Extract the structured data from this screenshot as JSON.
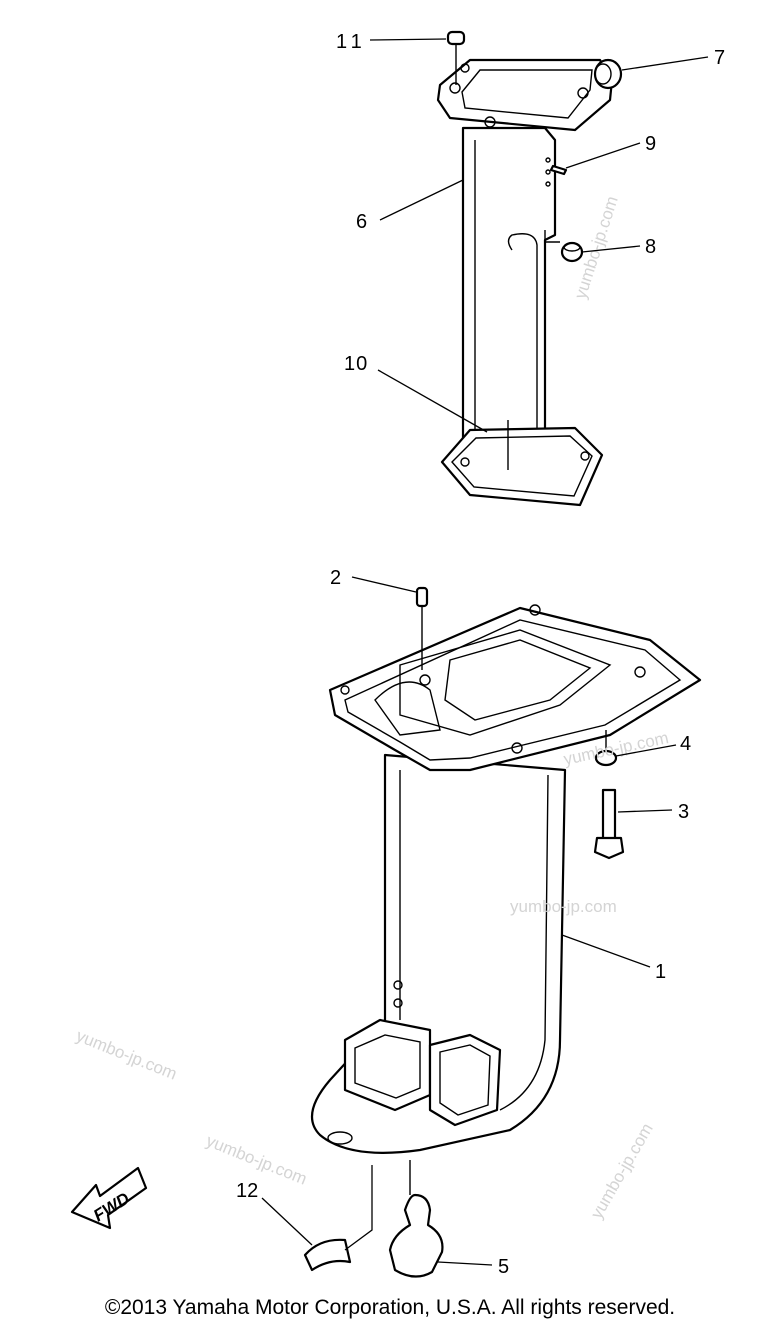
{
  "diagram": {
    "callouts": [
      "1",
      "2",
      "3",
      "4",
      "5",
      "6",
      "7",
      "8",
      "9",
      "10",
      "11",
      "12"
    ],
    "fwd_label": "FWD",
    "watermark": "yumbo-jp.com"
  },
  "footer": {
    "copyright": "©2013 Yamaha Motor Corporation, U.S.A. All rights reserved."
  }
}
